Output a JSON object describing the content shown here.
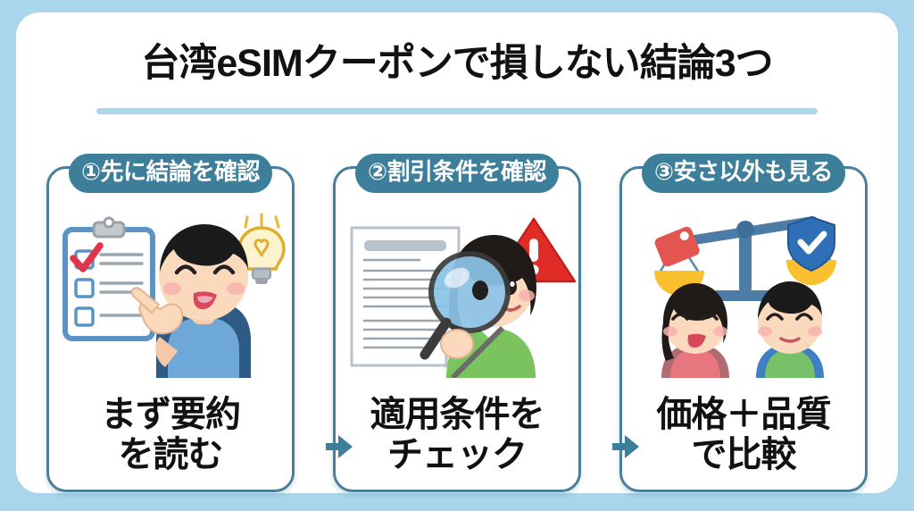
{
  "page": {
    "title": "台湾eSIMクーポンで損しない結論3つ",
    "background_color": "#a9d6ec",
    "panel_color": "#ffffff",
    "rule_color": "#abd7ee",
    "badge_color": "#3d7e9a",
    "card_border_color": "#4a7f9c",
    "arrow_color": "#3d7e9a"
  },
  "cards": [
    {
      "badge": "①先に結論を確認",
      "caption_line1": "まず要約",
      "caption_line2": "を読む",
      "illustration": "clipboard-checklist-boy-pointing-lightbulb"
    },
    {
      "badge": "②割引条件を確認",
      "caption_line1": "適用条件を",
      "caption_line2": "チェック",
      "illustration": "document-girl-magnifying-glass-warning"
    },
    {
      "badge": "③安さ以外も見る",
      "caption_line1": "価格＋品質",
      "caption_line2": "で比較",
      "illustration": "balance-scale-pricetag-shield-two-people"
    }
  ],
  "arrows": [
    {
      "name": "arrow-card1-to-card2"
    },
    {
      "name": "arrow-card2-to-card3"
    }
  ]
}
